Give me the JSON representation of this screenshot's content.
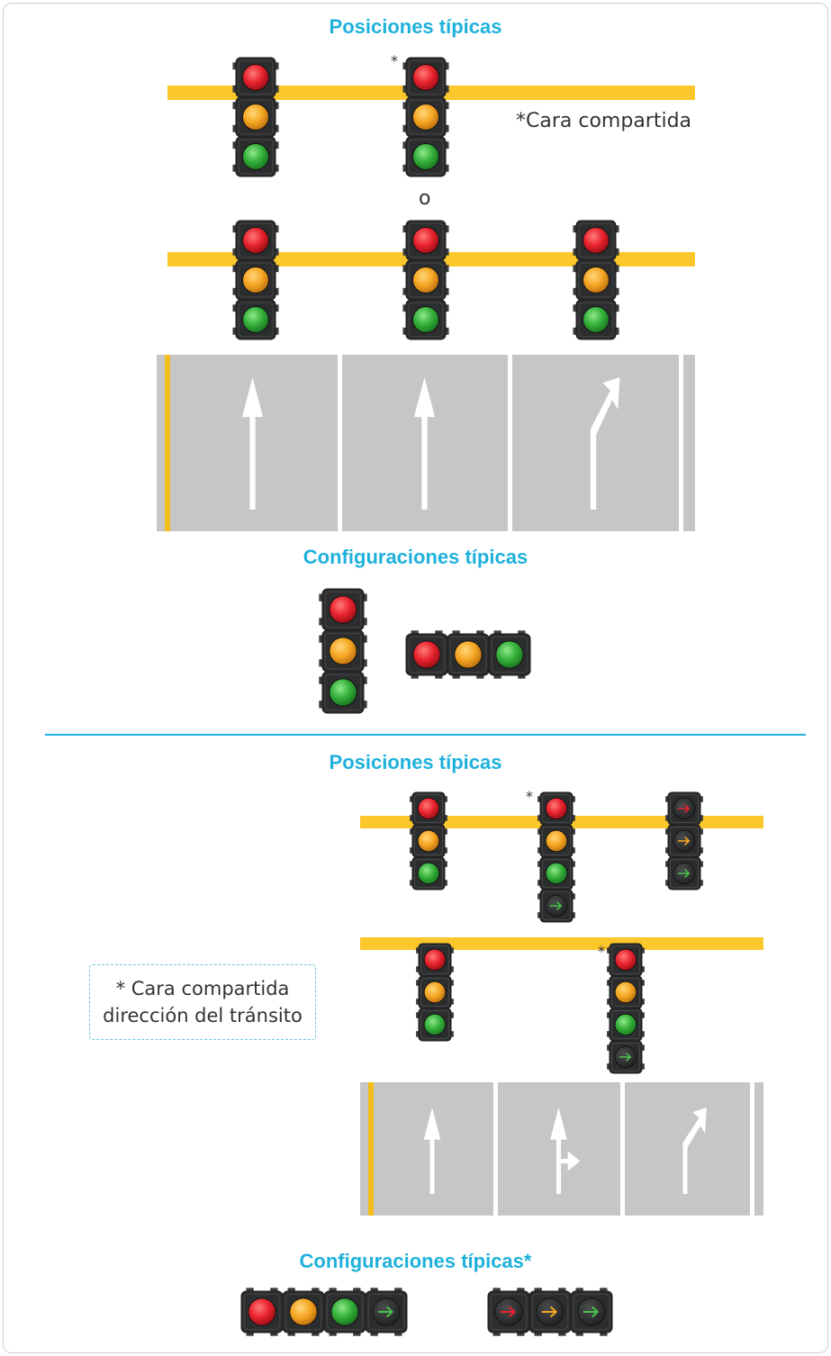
{
  "sections": [
    {
      "positions_title": "Posiciones típicas",
      "configurations_title": "Configuraciones típicas"
    },
    {
      "positions_title": "Posiciones típicas",
      "configurations_title": "Configuraciones típicas*"
    }
  ],
  "top": {
    "shared_face_note": "*Cara compartida",
    "or_label": "o",
    "asterisk": "*"
  },
  "bottom": {
    "note_line1": "* Cara compartida",
    "note_line2": "dirección del tránsito",
    "asterisk": "*"
  },
  "colors": {
    "accent": "#1fb1dc",
    "pole": "#fcc72a",
    "road": "#c6c6c6",
    "lane_edge": "#f4bd1a",
    "housing": "#2c2d2e",
    "red": "#e8232d",
    "amber": "#f6a623",
    "green": "#34b03a"
  },
  "lane_markings": {
    "top": [
      "straight-arrow",
      "straight-arrow",
      "right-turn-arrow"
    ],
    "bottom": [
      "straight-arrow",
      "straight-right-arrow",
      "right-turn-arrow"
    ]
  }
}
